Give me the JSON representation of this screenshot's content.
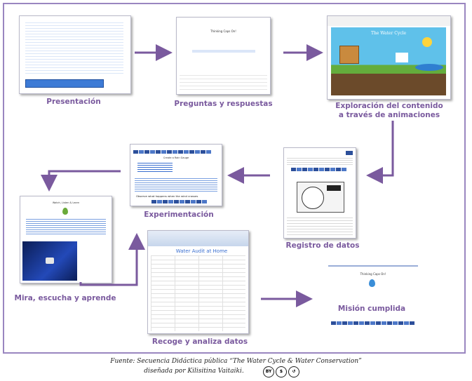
{
  "captions": {
    "presentacion": "Presentación",
    "preguntas": "Preguntas y respuestas",
    "exploracion_1": "Exploración del contenido",
    "exploracion_2": "a través de animaciones",
    "experimentacion": "Experimentación",
    "registro": "Registro de datos",
    "mira": "Mira, escucha y aprende",
    "recoge": "Recoge y analiza datos",
    "mision": "Misión cumplida"
  },
  "thumbnails": {
    "water_cycle_title": "The Water Cycle",
    "thinking_caps": "Thinking Caps On!",
    "water_audit_title": "Water Audit at Home",
    "mision_thinking": "Thinking Caps On!",
    "video_title": "Watch, Listen & Learn",
    "experiment_heading": "Create a Rain Gauge",
    "experiment_note": "Observe what happens when the wind crosses"
  },
  "footer": {
    "line1": "Fuente: Secuencia Didáctica pública “The Water Cycle & Water Conservation”",
    "line2": "diseñada por Kilisitina Vaitaiki."
  },
  "license": {
    "by": "BY",
    "nc": "$",
    "sa": "↺"
  },
  "colors": {
    "border": "#9a86c0",
    "caption": "#7a5a9e",
    "arrow": "#7a5a9e",
    "accent_blue": "#3a6fd0"
  }
}
